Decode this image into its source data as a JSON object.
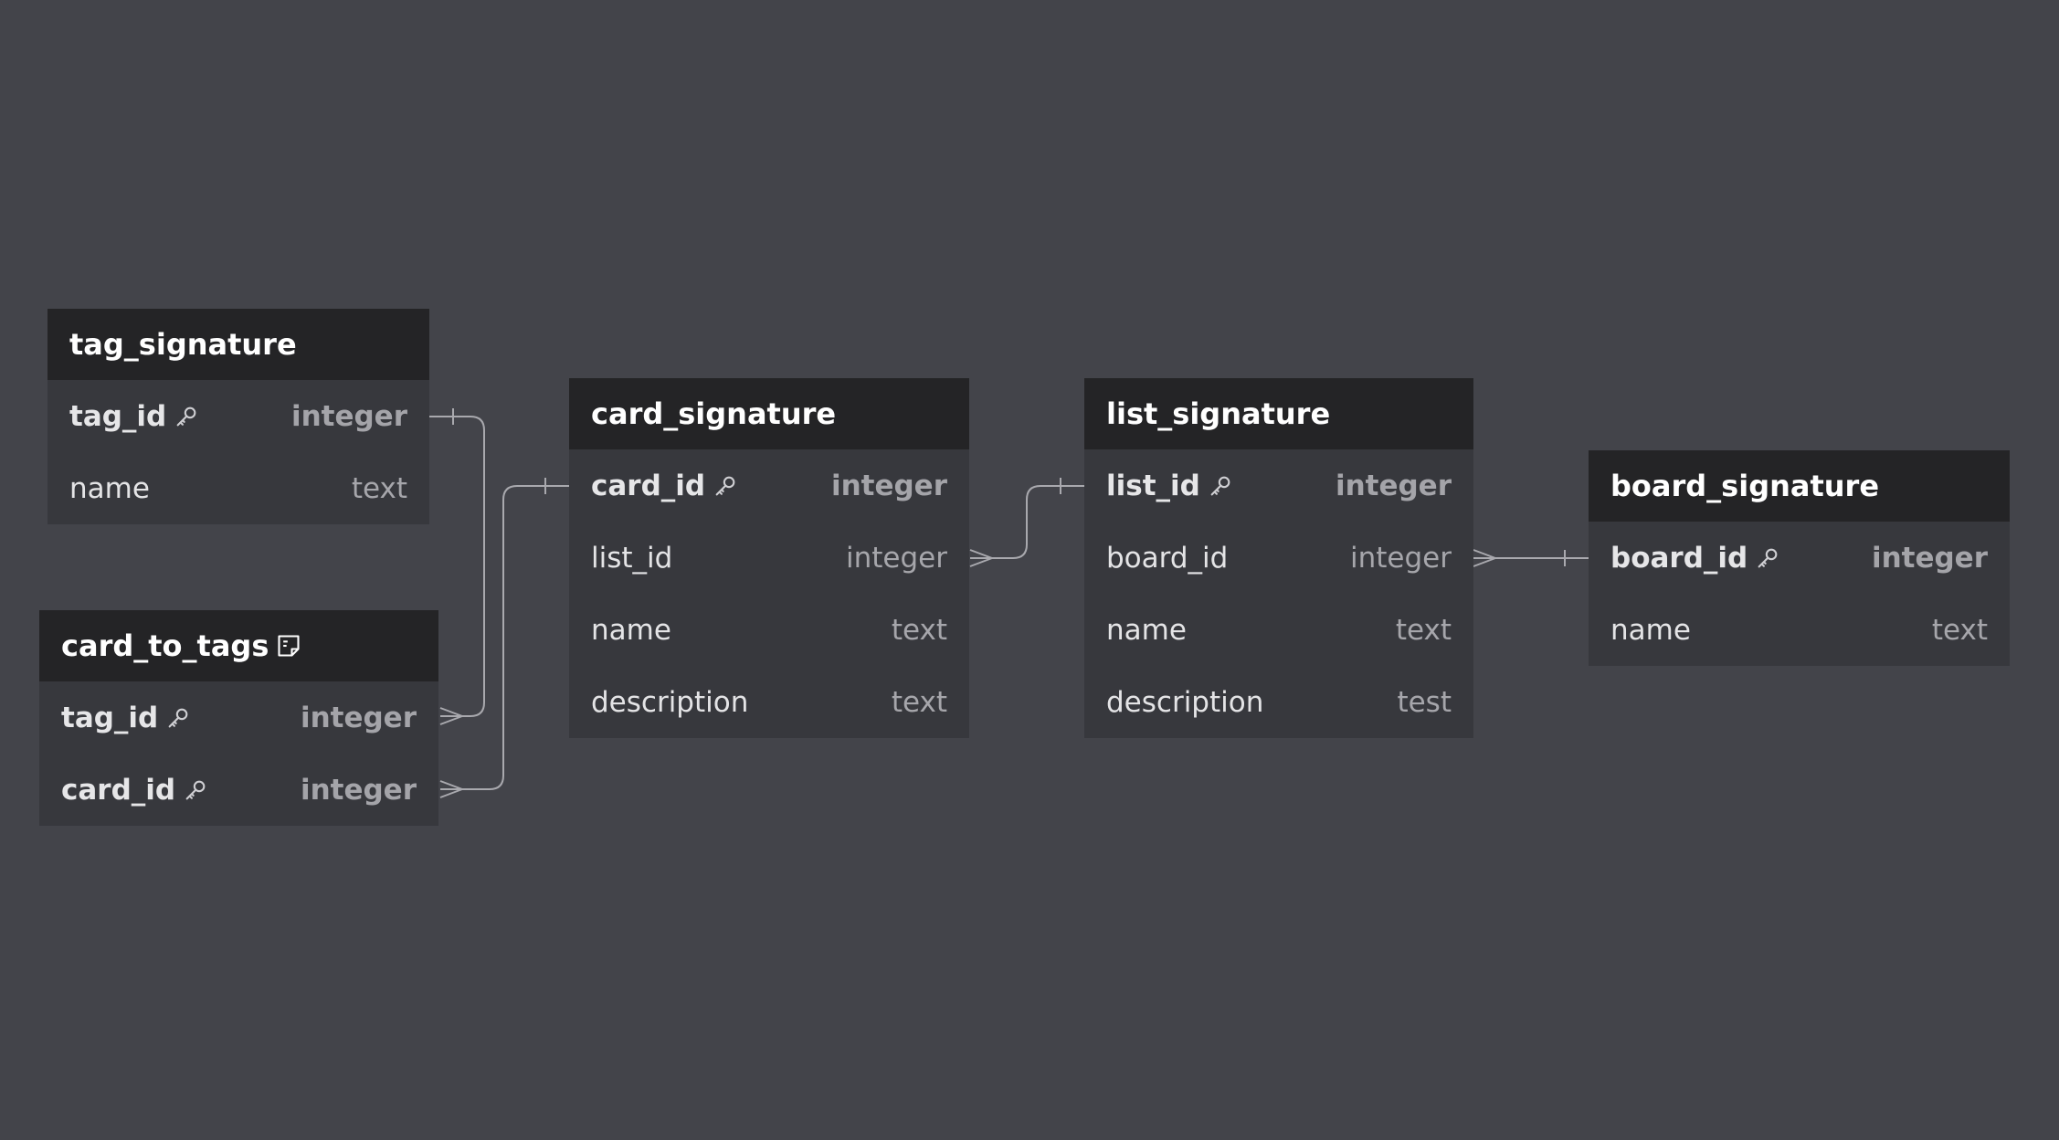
{
  "colors": {
    "background": "#43444a",
    "table_header": "#242426",
    "table_body": "#37383d",
    "edge": "#a9a9ae"
  },
  "tables": {
    "tag_signature": {
      "name": "tag_signature",
      "columns": [
        {
          "name": "tag_id",
          "type": "integer",
          "primary_key": true,
          "icon": "key-icon"
        },
        {
          "name": "name",
          "type": "text",
          "primary_key": false
        }
      ]
    },
    "card_to_tags": {
      "name": "card_to_tags",
      "header_icon": "note-icon",
      "columns": [
        {
          "name": "tag_id",
          "type": "integer",
          "primary_key": true,
          "icon": "key-icon"
        },
        {
          "name": "card_id",
          "type": "integer",
          "primary_key": true,
          "icon": "key-icon"
        }
      ]
    },
    "card_signature": {
      "name": "card_signature",
      "columns": [
        {
          "name": "card_id",
          "type": "integer",
          "primary_key": true,
          "icon": "key-icon"
        },
        {
          "name": "list_id",
          "type": "integer",
          "primary_key": false
        },
        {
          "name": "name",
          "type": "text",
          "primary_key": false
        },
        {
          "name": "description",
          "type": "text",
          "primary_key": false
        }
      ]
    },
    "list_signature": {
      "name": "list_signature",
      "columns": [
        {
          "name": "list_id",
          "type": "integer",
          "primary_key": true,
          "icon": "key-icon"
        },
        {
          "name": "board_id",
          "type": "integer",
          "primary_key": false
        },
        {
          "name": "name",
          "type": "text",
          "primary_key": false
        },
        {
          "name": "description",
          "type": "test",
          "primary_key": false
        }
      ]
    },
    "board_signature": {
      "name": "board_signature",
      "columns": [
        {
          "name": "board_id",
          "type": "integer",
          "primary_key": true,
          "icon": "key-icon"
        },
        {
          "name": "name",
          "type": "text",
          "primary_key": false
        }
      ]
    }
  },
  "relationships": [
    {
      "from": "card_to_tags.tag_id",
      "to": "tag_signature.tag_id",
      "type": "many-to-one"
    },
    {
      "from": "card_to_tags.card_id",
      "to": "card_signature.card_id",
      "type": "many-to-one"
    },
    {
      "from": "card_signature.list_id",
      "to": "list_signature.list_id",
      "type": "many-to-one"
    },
    {
      "from": "list_signature.board_id",
      "to": "board_signature.board_id",
      "type": "many-to-one"
    }
  ]
}
